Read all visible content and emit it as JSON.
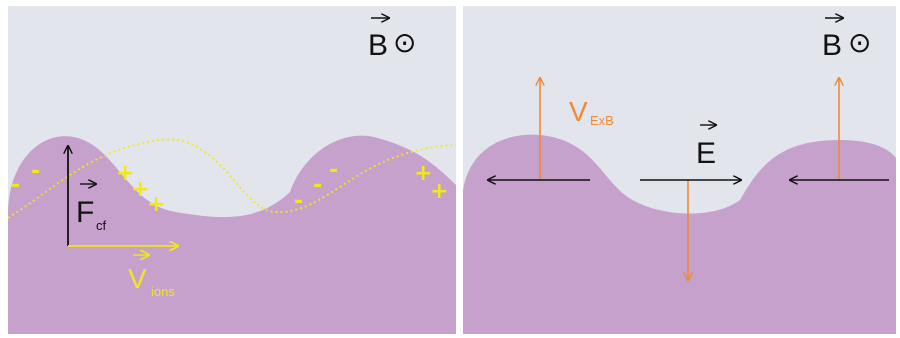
{
  "colors": {
    "sky": "#e3e5ed",
    "plasma": "#c6a1cc",
    "ion": "#f2e61c",
    "exb": "#f08a36",
    "ink": "#111111"
  },
  "left_panel": {
    "field": {
      "symbol": "B",
      "dir_glyph": "⊙"
    },
    "force": {
      "symbol": "F",
      "subscript": "cf"
    },
    "velocity": {
      "symbol": "V",
      "subscript": "ions"
    },
    "charges": {
      "plus": "+",
      "minus": "-"
    }
  },
  "right_panel": {
    "field": {
      "symbol": "B",
      "dir_glyph": "⊙"
    },
    "efield": {
      "symbol": "E"
    },
    "drift": {
      "symbol": "V",
      "subscript": "ExB"
    }
  }
}
